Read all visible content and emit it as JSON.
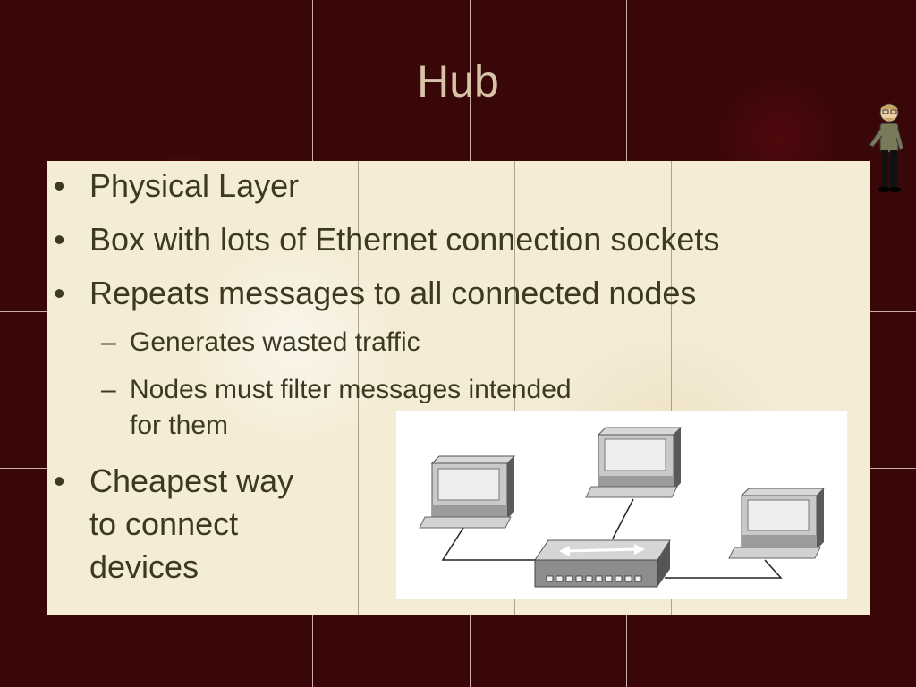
{
  "slide": {
    "title": "Hub",
    "bullets": [
      {
        "text": "Physical Layer"
      },
      {
        "text": "Box with lots of Ethernet connection sockets"
      },
      {
        "text": "Repeats messages to all connected nodes",
        "subitems": [
          {
            "text": "Generates wasted traffic"
          },
          {
            "lines": [
              "Nodes must filter messages intended",
              "for them"
            ]
          }
        ]
      },
      {
        "lines": [
          "Cheapest way",
          "to connect",
          "devices"
        ]
      }
    ],
    "bullet_symbol": "•",
    "sub_bullet_symbol": "–"
  },
  "figure": {
    "icons": [
      "desktop-computer-icon",
      "desktop-computer-icon",
      "desktop-computer-icon",
      "network-hub-icon"
    ]
  },
  "colors": {
    "background": "#3a0709",
    "panel": "#f5ecd6",
    "text": "#3b3a20",
    "title": "#d7c3a8"
  }
}
